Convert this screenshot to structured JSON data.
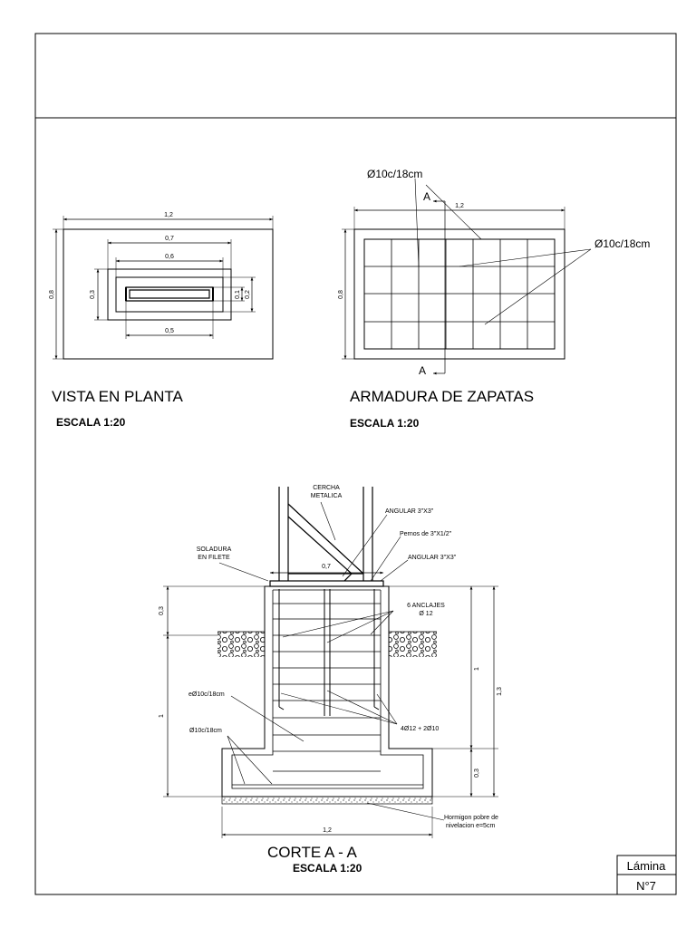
{
  "sheet": {
    "lamina_label": "Lámina",
    "lamina_number": "N°7"
  },
  "plan_view": {
    "title": "VISTA EN PLANTA",
    "scale": "ESCALA 1:20",
    "dims": {
      "total_width": "1,2",
      "width_07": "0,7",
      "width_06": "0,6",
      "width_05": "0,5",
      "total_height": "0,8",
      "height_03": "0,3",
      "height_01": "0,1",
      "height_02": "0,2"
    }
  },
  "reinforcement": {
    "title": "ARMADURA DE ZAPATAS",
    "scale": "ESCALA 1:20",
    "bar_top": "Ø10c/18cm",
    "bar_right": "Ø10c/18cm",
    "section_mark": "A",
    "dims": {
      "width": "1,2",
      "height": "0,8"
    }
  },
  "section": {
    "title": "CORTE A - A",
    "scale": "ESCALA 1:20",
    "labels": {
      "cercha": "CERCHA",
      "metalica": "METALICA",
      "angular_1": "ANGULAR 3\"X3\"",
      "pernos": "Pernos de 3\"X1/2\"",
      "angular_2": "ANGULAR 3\"X3\"",
      "soldadura_1": "SOLADURA",
      "soldadura_2": "EN FILETE",
      "anclajes_1": "6 ANCLAJES",
      "anclajes_2": "Ø 12",
      "estribo": "eØ10c/18cm",
      "malla": "Ø10c/18cm",
      "longitudinal": "4Ø12 + 2Ø10",
      "hormigon_1": "Hormigon pobre de",
      "hormigon_2": "nivelacion e=5cm"
    },
    "dims": {
      "top_width": "0,7",
      "base_width": "1,2",
      "left_03": "0,3",
      "left_1": "1",
      "right_1": "1",
      "right_13": "1,3",
      "right_03": "0,3"
    }
  }
}
